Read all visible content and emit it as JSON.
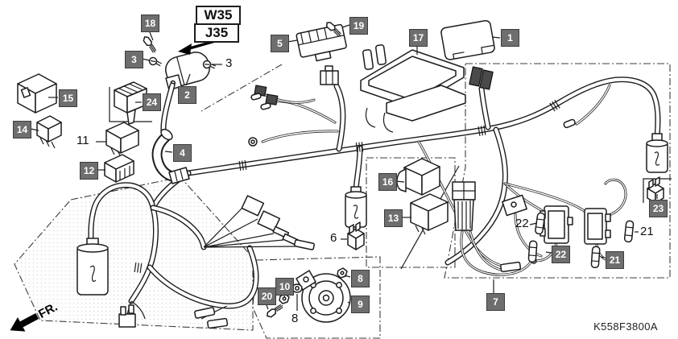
{
  "diagram": {
    "code": "K558F3800A",
    "fr": "FR.",
    "refs": {
      "w35": "W35",
      "j35": "J35"
    },
    "badges": {
      "b1": "1",
      "b2": "2",
      "b3": "3",
      "b4": "4",
      "b5": "5",
      "b7": "7",
      "b8": "8",
      "b9": "9",
      "b10": "10",
      "b12": "12",
      "b13": "13",
      "b14": "14",
      "b15": "15",
      "b16": "16",
      "b17": "17",
      "b18": "18",
      "b19": "19",
      "b20": "20",
      "b21": "21",
      "b22": "22",
      "b23": "23",
      "b24": "24"
    },
    "plain": {
      "p3": "3",
      "p6": "6",
      "p8": "8",
      "p11": "11",
      "p21": "21",
      "p22": "22"
    }
  }
}
